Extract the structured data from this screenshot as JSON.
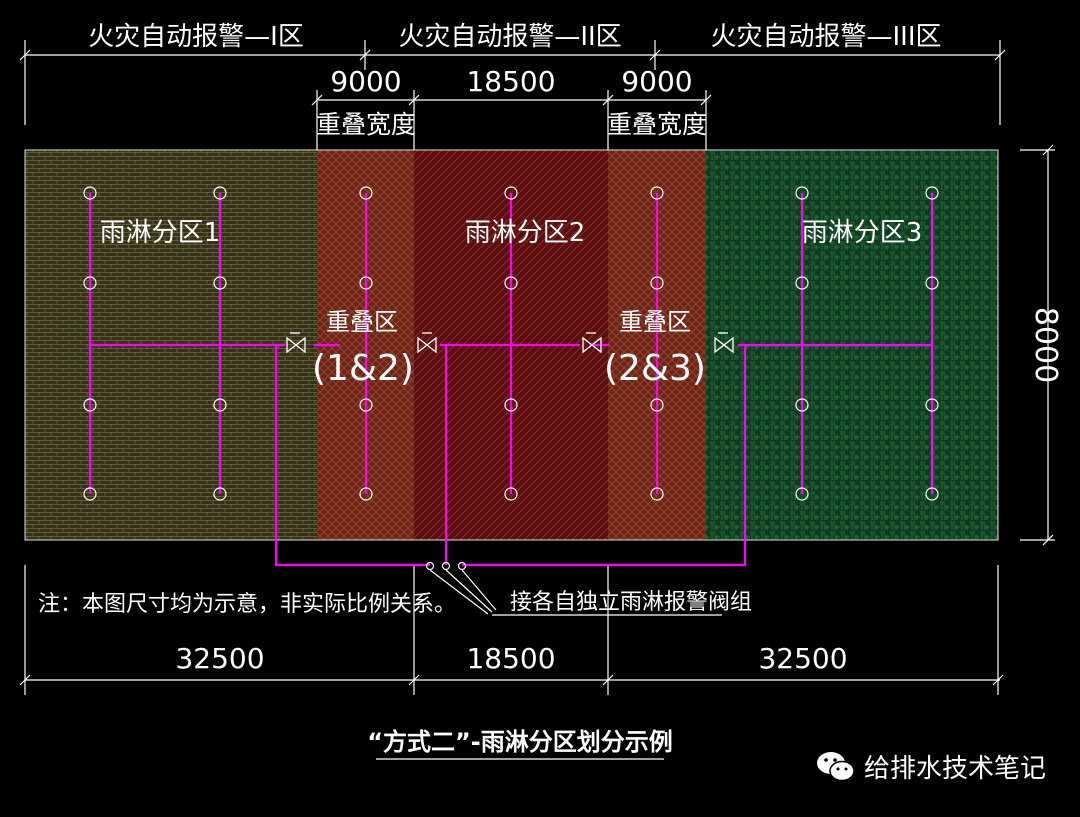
{
  "alarm_zones": [
    "火灾自动报警—I区",
    "火灾自动报警—II区",
    "火灾自动报警—III区"
  ],
  "top_dims": [
    "9000",
    "18500",
    "9000"
  ],
  "overlap_width_labels": [
    "重叠宽度",
    "重叠宽度"
  ],
  "deluge_zones": [
    "雨淋分区1",
    "雨淋分区2",
    "雨淋分区3"
  ],
  "overlap_zones": [
    {
      "title": "重叠区",
      "sub": "(1&2)"
    },
    {
      "title": "重叠区",
      "sub": "(2&3)"
    }
  ],
  "side_dim": "8000",
  "bottom_dims": [
    "32500",
    "18500",
    "32500"
  ],
  "note": "注：本图尺寸均为示意，非实际比例关系。",
  "valve_callout": "接各自独立雨淋报警阀组",
  "caption": "“方式二”-雨淋分区划分示例",
  "watermark": "给排水技术笔记",
  "colors": {
    "zone1": "#3a3618",
    "overlap": "#6e2a1e",
    "zone2": "#5e1212",
    "zone3": "#123a22",
    "pipe": "#ff00ff",
    "line": "#ffffff"
  }
}
